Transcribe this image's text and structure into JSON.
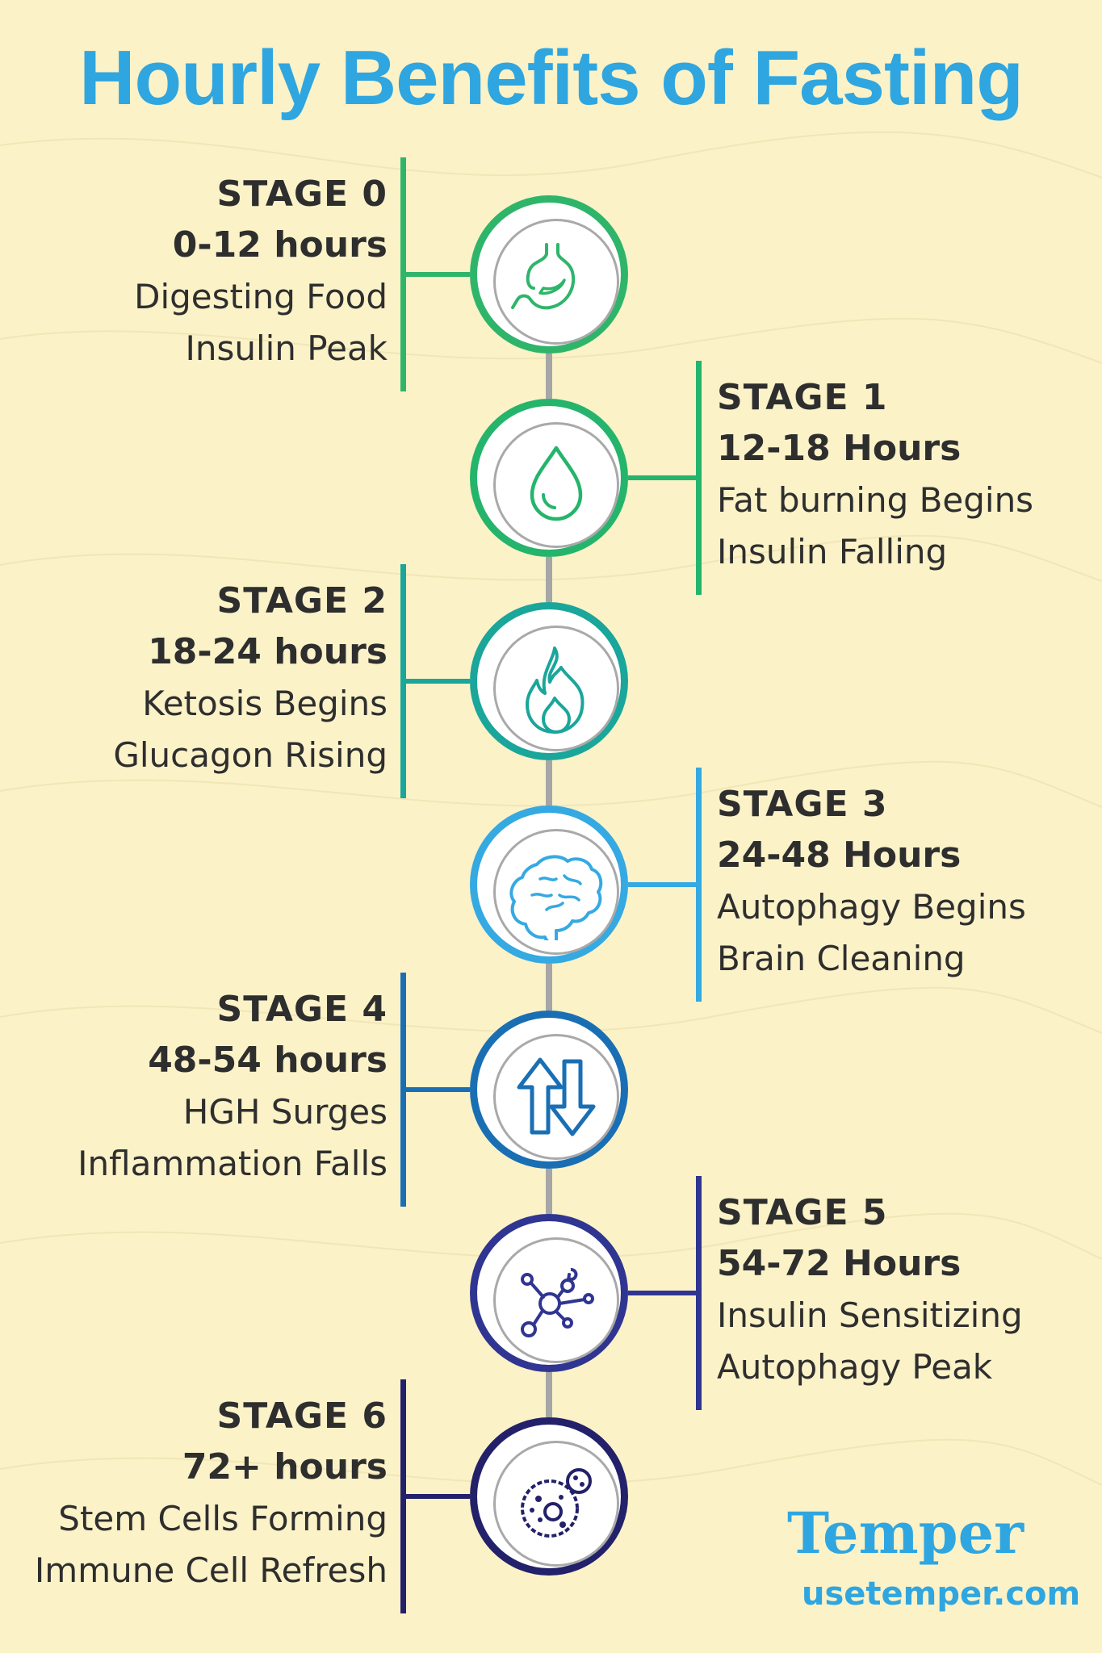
{
  "title": "Hourly Benefits of Fasting",
  "brand": "Temper",
  "website": "usetemper.com",
  "colors": {
    "background": "#fbf2c8",
    "title": "#2fa6e0",
    "spine": "#a6a6a6",
    "text": "#2e2e2e"
  },
  "stages": [
    {
      "stage": "STAGE 0",
      "hours": "0-12 hours",
      "line1": "Digesting Food",
      "line2": "Insulin Peak",
      "icon": "stomach-icon",
      "color": "#2fb56a"
    },
    {
      "stage": "STAGE 1",
      "hours": "12-18 Hours",
      "line1": "Fat burning Begins",
      "line2": "Insulin Falling",
      "icon": "water-drop-icon",
      "color": "#25b46c"
    },
    {
      "stage": "STAGE 2",
      "hours": "18-24 hours",
      "line1": "Ketosis Begins",
      "line2": "Glucagon Rising",
      "icon": "flame-icon",
      "color": "#1aa69a"
    },
    {
      "stage": "STAGE 3",
      "hours": "24-48 Hours",
      "line1": "Autophagy Begins",
      "line2": "Brain Cleaning",
      "icon": "brain-icon",
      "color": "#35a9e2"
    },
    {
      "stage": "STAGE 4",
      "hours": "48-54 hours",
      "line1": "HGH Surges",
      "line2": "Inflammation Falls",
      "icon": "up-down-arrows-icon",
      "color": "#1a6fb4"
    },
    {
      "stage": "STAGE 5",
      "hours": "54-72 Hours",
      "line1": "Insulin Sensitizing",
      "line2": "Autophagy Peak",
      "icon": "molecule-icon",
      "color": "#2f3591"
    },
    {
      "stage": "STAGE 6",
      "hours": "72+ hours",
      "line1": "Stem Cells Forming",
      "line2": "Immune Cell Refresh",
      "icon": "cell-icon",
      "color": "#23216a"
    }
  ]
}
